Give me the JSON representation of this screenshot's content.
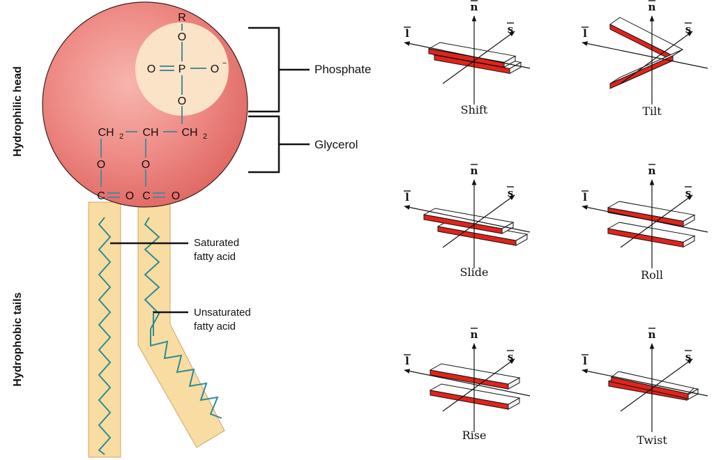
{
  "lipid": {
    "side_labels": {
      "head": "Hydrophilic head",
      "tails": "Hydrophobic tails"
    },
    "brackets": {
      "phosphate": "Phosphate",
      "glycerol": "Glycerol"
    },
    "atoms": {
      "r": "R",
      "o_top": "O",
      "o_left": "O",
      "p": "P",
      "o_right": "O",
      "minus": "−",
      "o_bottom": "O",
      "ch2_left": "CH",
      "ch2_left_sub": "2",
      "ch": "CH",
      "ch2_right": "CH",
      "ch2_right_sub": "2",
      "o_ester1": "O",
      "o_ester2": "O",
      "c1": "C",
      "o_c1": "O",
      "c2": "C",
      "o_c2": "O"
    },
    "tail_labels": {
      "saturated_1": "Saturated",
      "saturated_2": "fatty acid",
      "unsaturated_1": "Unsaturated",
      "unsaturated_2": "fatty acid"
    },
    "colors": {
      "head_fill": "#e97777",
      "phosphate_fill": "#fbe3c8",
      "tail_fill": "#f8dca2",
      "bond": "#4a8a9a",
      "zigzag": "#2f8a95",
      "bracket": "#111111"
    }
  },
  "base_pair_steps": {
    "axis_labels": {
      "n": "n",
      "l": "l",
      "s": "s"
    },
    "panels": [
      {
        "id": "shift",
        "label": "Shift"
      },
      {
        "id": "tilt",
        "label": "Tilt"
      },
      {
        "id": "slide",
        "label": "Slide"
      },
      {
        "id": "roll",
        "label": "Roll"
      },
      {
        "id": "rise",
        "label": "Rise"
      },
      {
        "id": "twist",
        "label": "Twist"
      }
    ],
    "colors": {
      "plate_edge": "#e0241b",
      "plate_top": "#ffffff",
      "line": "#111111"
    }
  }
}
